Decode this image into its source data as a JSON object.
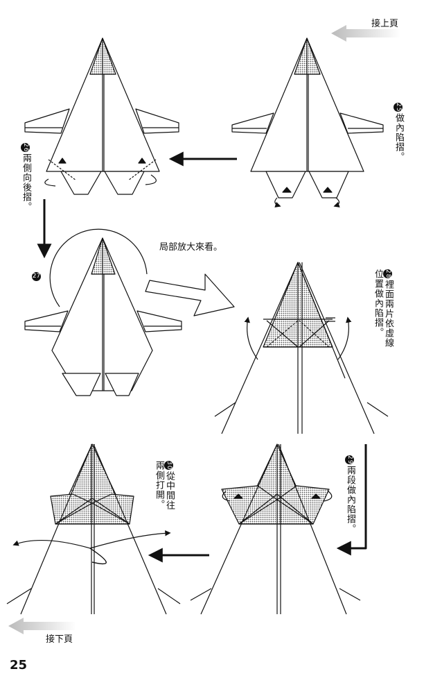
{
  "header": {
    "continue_from": "接上頁"
  },
  "footer": {
    "continue_to": "接下頁",
    "page_number": "25"
  },
  "steps": {
    "s25": {
      "num": "25",
      "text": "做內陷摺。"
    },
    "s26": {
      "num": "26",
      "text": "兩側向後摺。"
    },
    "s27": {
      "num": "27",
      "note": "局部放大來看。"
    },
    "s28": {
      "num": "28",
      "line1": "裡面兩片依虛線",
      "line2": "位置做內陷摺。"
    },
    "s29": {
      "num": "29",
      "text": "兩段做內陷摺。"
    },
    "s30": {
      "num": "30",
      "line1": "從中間往",
      "line2": "兩側打開。"
    }
  },
  "colors": {
    "ink": "#111111",
    "shade": "#b8b8b8",
    "arrow_light": "#cfcfcf"
  }
}
